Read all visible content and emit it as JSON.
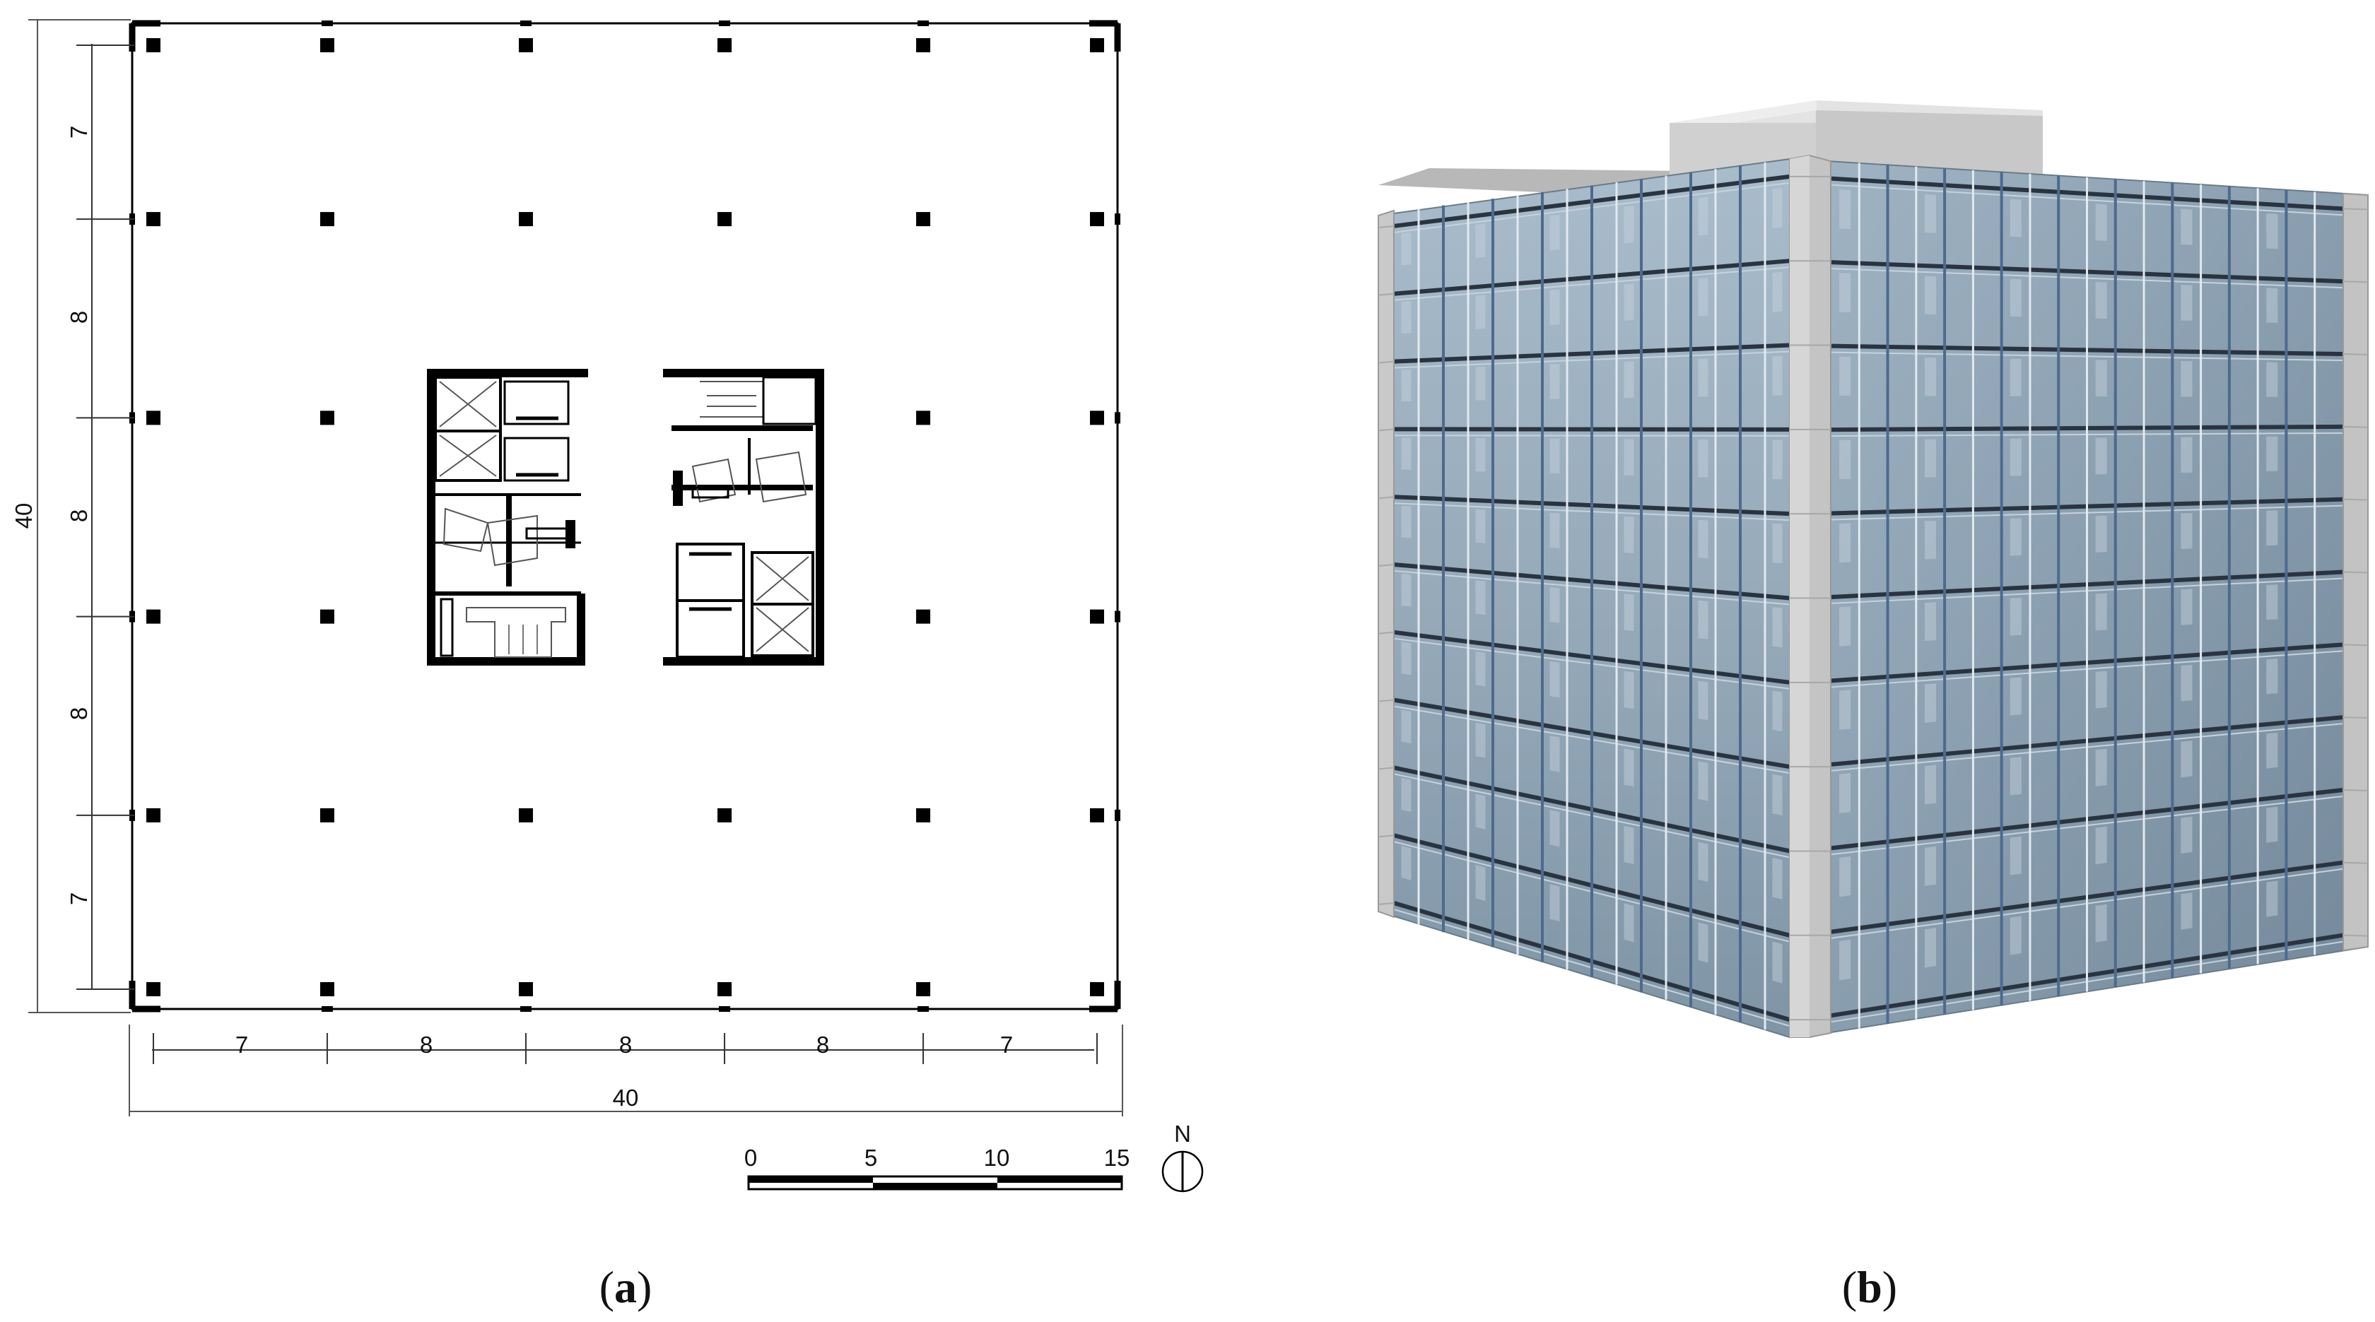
{
  "figure": {
    "panel_a": {
      "caption_open": "(",
      "caption_letter": "a",
      "caption_close": ")",
      "horizontal_spans": [
        "7",
        "8",
        "8",
        "8",
        "7"
      ],
      "horizontal_total": "40",
      "vertical_spans": [
        "7",
        "8",
        "8",
        "8",
        "7"
      ],
      "vertical_total": "40",
      "scale_labels": [
        "0",
        "5",
        "10",
        "15"
      ],
      "north_label": "N"
    },
    "panel_b": {
      "caption_open": "(",
      "caption_letter": "b",
      "caption_close": ")"
    }
  }
}
